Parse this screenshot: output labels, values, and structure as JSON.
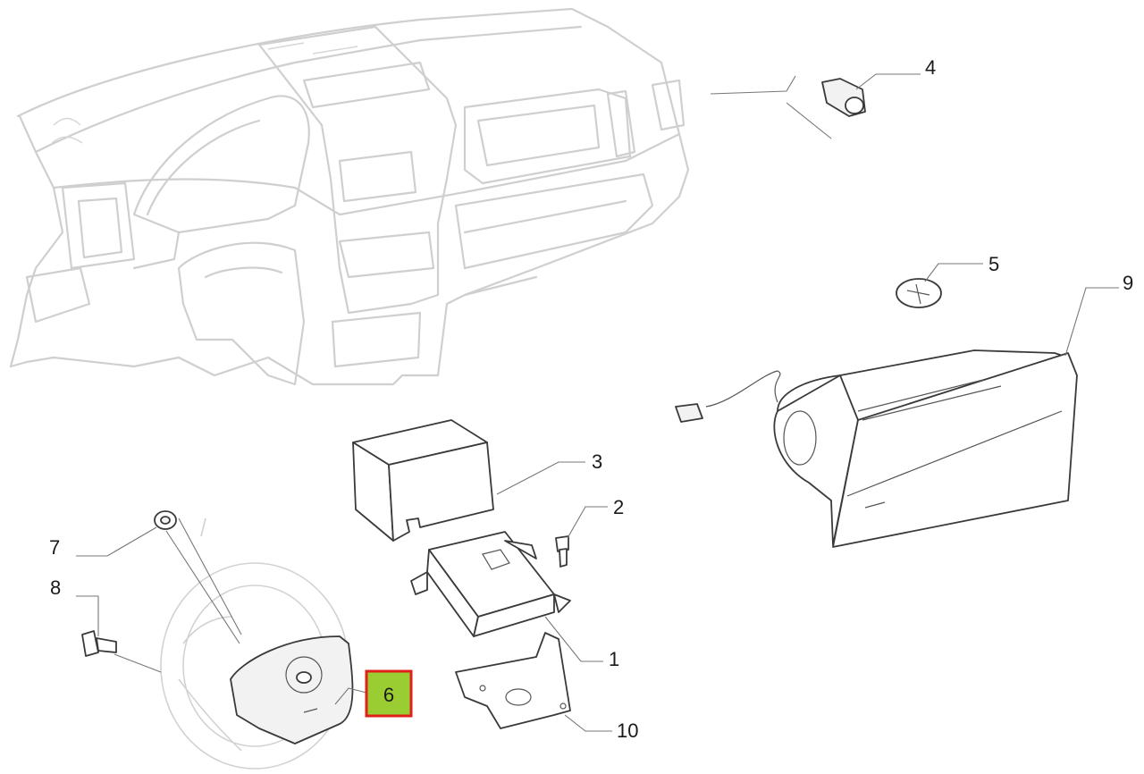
{
  "callouts": [
    {
      "id": "1",
      "label": "1"
    },
    {
      "id": "2",
      "label": "2"
    },
    {
      "id": "3",
      "label": "3"
    },
    {
      "id": "4",
      "label": "4"
    },
    {
      "id": "5",
      "label": "5"
    },
    {
      "id": "6",
      "label": "6",
      "highlighted": true
    },
    {
      "id": "7",
      "label": "7"
    },
    {
      "id": "8",
      "label": "8"
    },
    {
      "id": "9",
      "label": "9"
    },
    {
      "id": "10",
      "label": "10"
    }
  ],
  "highlight": {
    "fill": "#9acd32",
    "border": "#e0201b"
  }
}
